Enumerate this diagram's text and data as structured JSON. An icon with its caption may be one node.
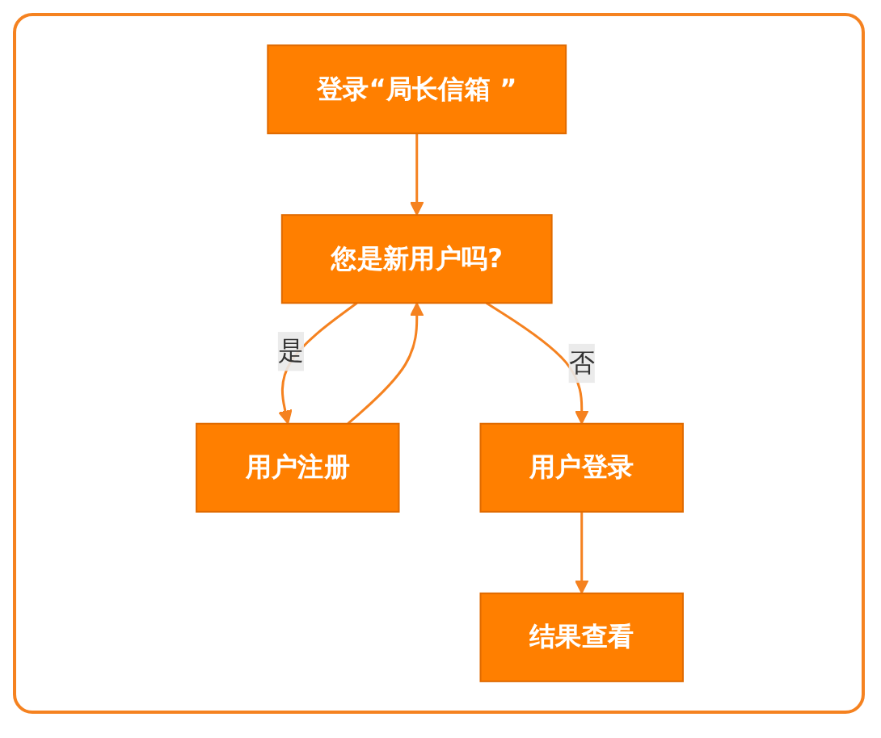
{
  "diagram": {
    "nodes": [
      {
        "text": [
          "登录“局长信箱 ”"
        ]
      },
      {
        "text": [
          "用户注册"
        ]
      },
      {
        "text": [
          "您是新用户吗?"
        ]
      },
      {
        "text": [
          "用户登录"
        ]
      },
      {
        "text": [
          "结果查看"
        ]
      }
    ],
    "edges": [
      {
        "from": 0,
        "to": 2,
        "arrow": "to"
      },
      {
        "from": 2,
        "to": 1,
        "label": "是",
        "arrow": "to"
      },
      {
        "from": 1,
        "to": 2,
        "arrow": "to"
      },
      {
        "from": 2,
        "to": 3,
        "label": "否",
        "arrow": "to"
      },
      {
        "from": 3,
        "to": 4,
        "arrow": "to"
      }
    ]
  }
}
